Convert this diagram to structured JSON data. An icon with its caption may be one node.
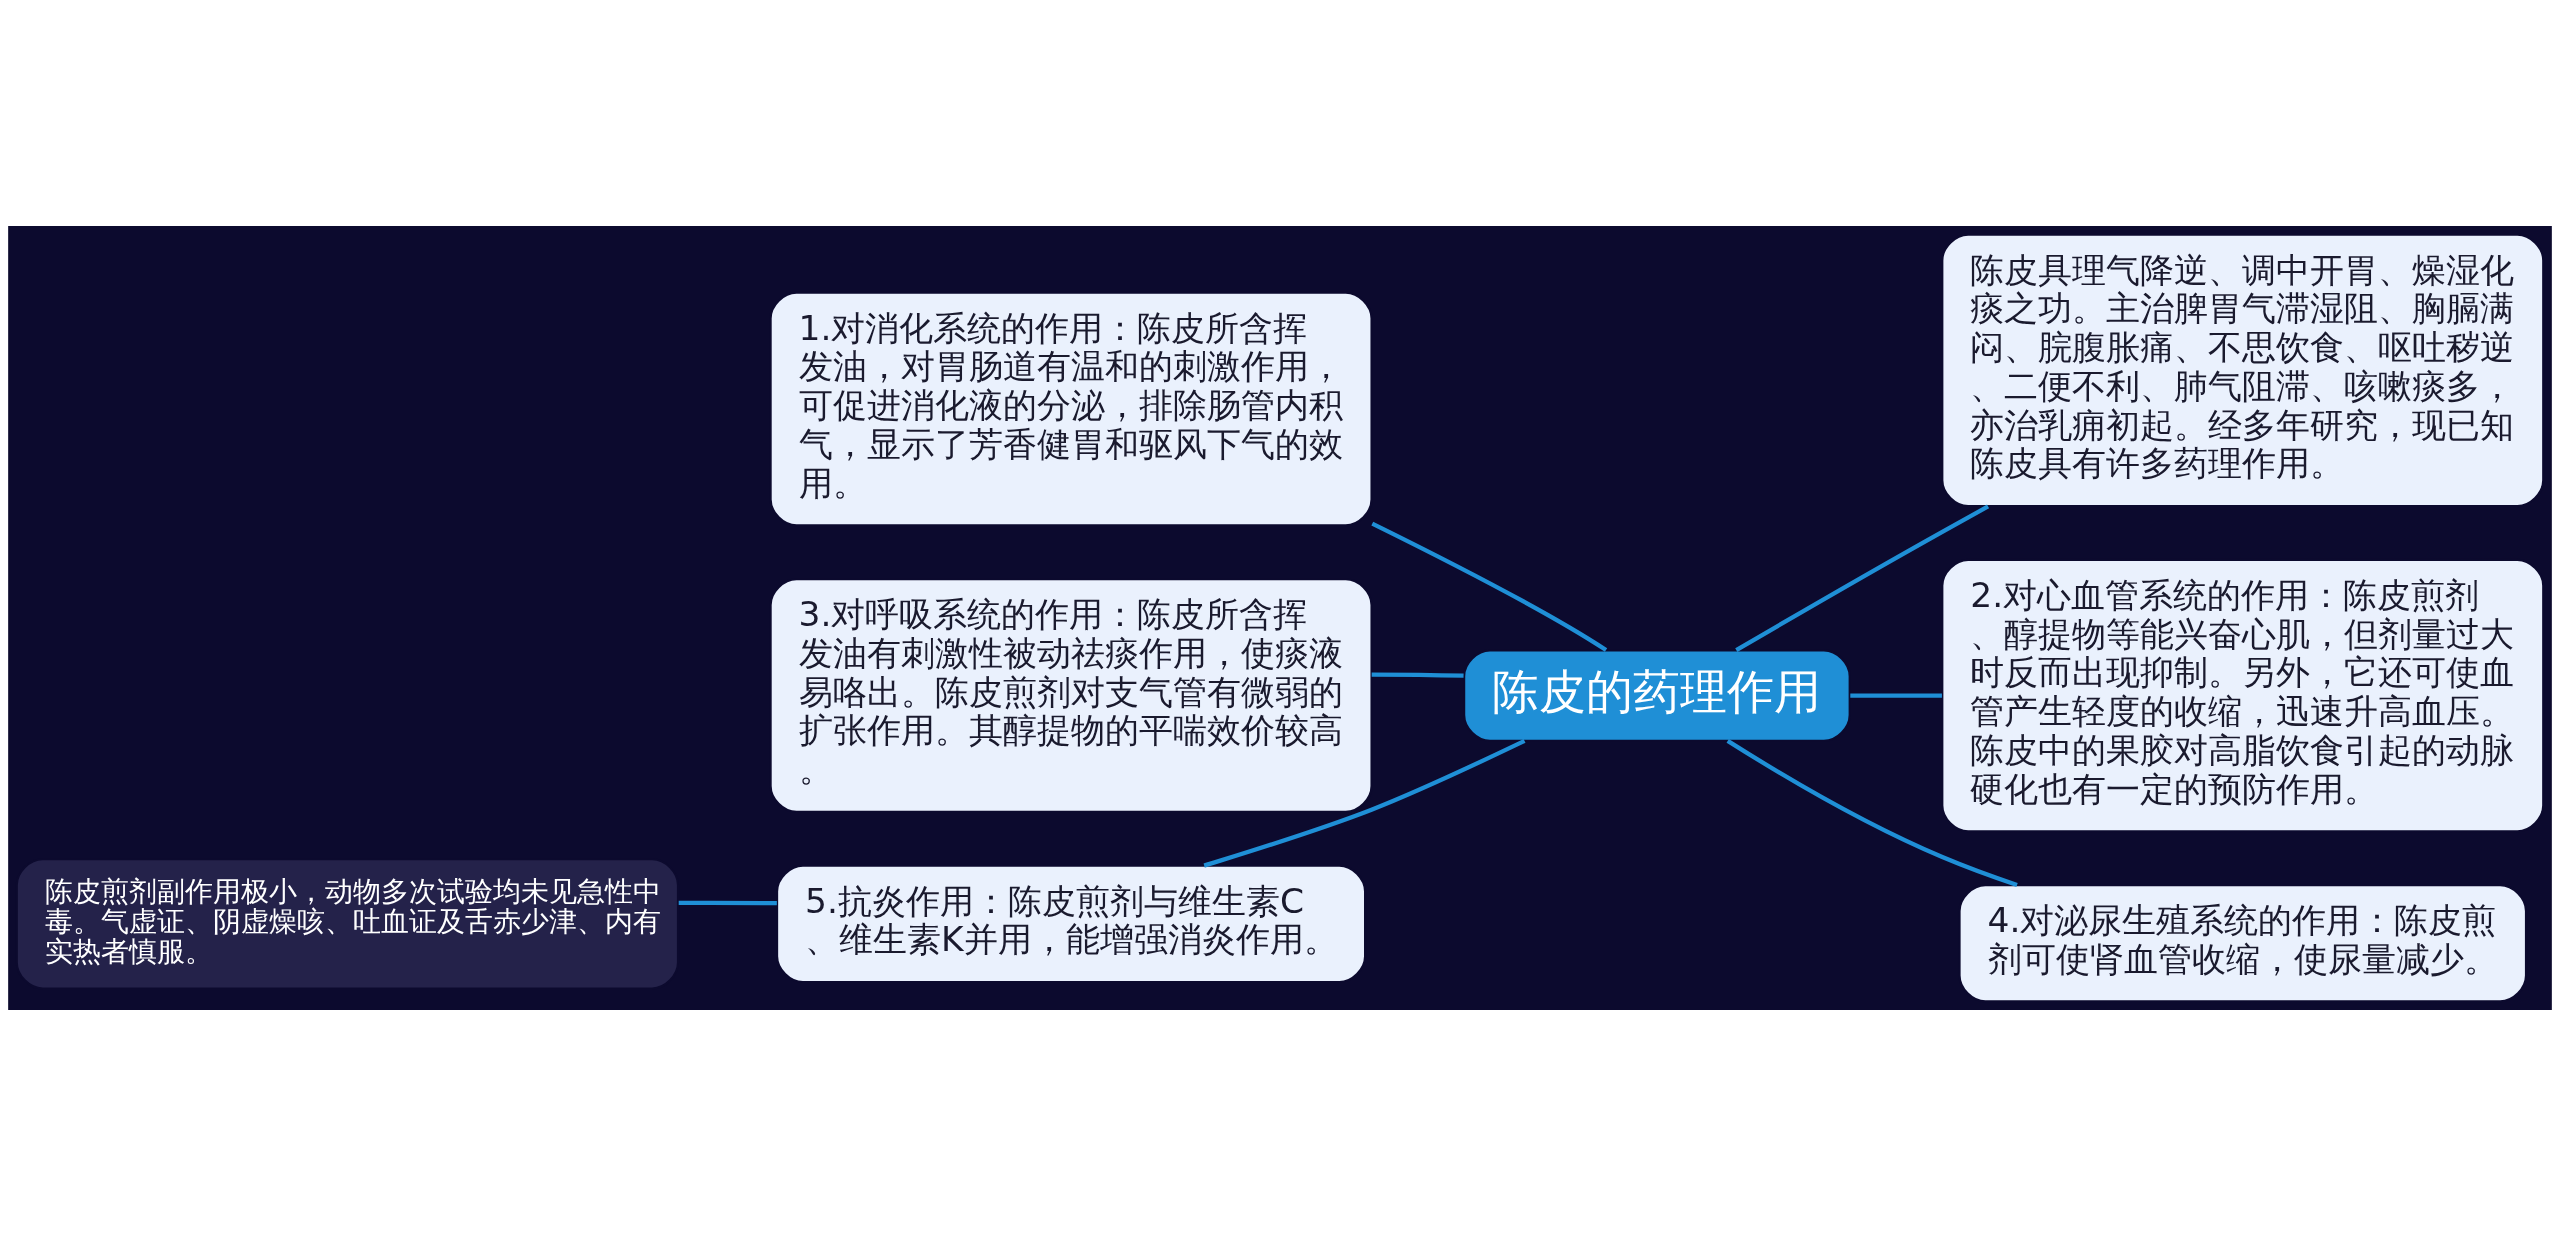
{
  "diagram": {
    "nodes": [
      {
        "text": [
          "陈皮的药理作用"
        ]
      },
      {
        "text": [
          "1.对消化系统的作用：陈皮所含挥发油，对胃肠道有温和的刺激作用，可促进消化液的分泌，排除肠管内积气，显示了芳香健胃和驱风下气的效用。"
        ]
      },
      {
        "text": [
          "3.对呼吸系统的作用：陈皮所含挥发油有刺激性被动祛痰作用，使痰液易咯出。陈皮煎剂对支气管有微弱的扩张作用。其醇提物的平喘效价较高。"
        ]
      },
      {
        "text": [
          "5.抗炎作用：陈皮煎剂与维生素C、维生素K并用，能增强消炎作用。"
        ]
      },
      {
        "text": [
          "陈皮煎剂副作用极小，动物多次试验均未见急性中毒。气虚证、阴虚燥咳、吐血证及舌赤少津、内有实热者慎服。"
        ]
      },
      {
        "text": [
          "陈皮具理气降逆、调中开胃、燥湿化痰之功。主治脾胃气滞湿阻、胸膈满闷、脘腹胀痛、不思饮食、呕吐秽逆、二便不利、肺气阻滞、咳嗽痰多，亦治乳痈初起。经多年研究，现已知陈皮具有许多药理作用。"
        ]
      },
      {
        "text": [
          "2.对心血管系统的作用：陈皮煎剂、醇提物等能兴奋心肌，但剂量过大时反而出现抑制。另外，它还可使血管产生轻度的收缩，迅速升高血压。陈皮中的果胶对高脂饮食引起的动脉硬化也有一定的预防作用。"
        ]
      },
      {
        "text": [
          "4.对泌尿生殖系统的作用：陈皮煎剂可使肾血管收缩，使尿量减少。"
        ]
      }
    ],
    "edges": [
      {
        "from": 0,
        "to": 1,
        "arrow": "none"
      },
      {
        "from": 0,
        "to": 2,
        "arrow": "none"
      },
      {
        "from": 0,
        "to": 3,
        "arrow": "none"
      },
      {
        "from": 3,
        "to": 4,
        "arrow": "none"
      },
      {
        "from": 0,
        "to": 5,
        "arrow": "none"
      },
      {
        "from": 0,
        "to": 6,
        "arrow": "none"
      },
      {
        "from": 0,
        "to": 7,
        "arrow": "none"
      }
    ]
  }
}
